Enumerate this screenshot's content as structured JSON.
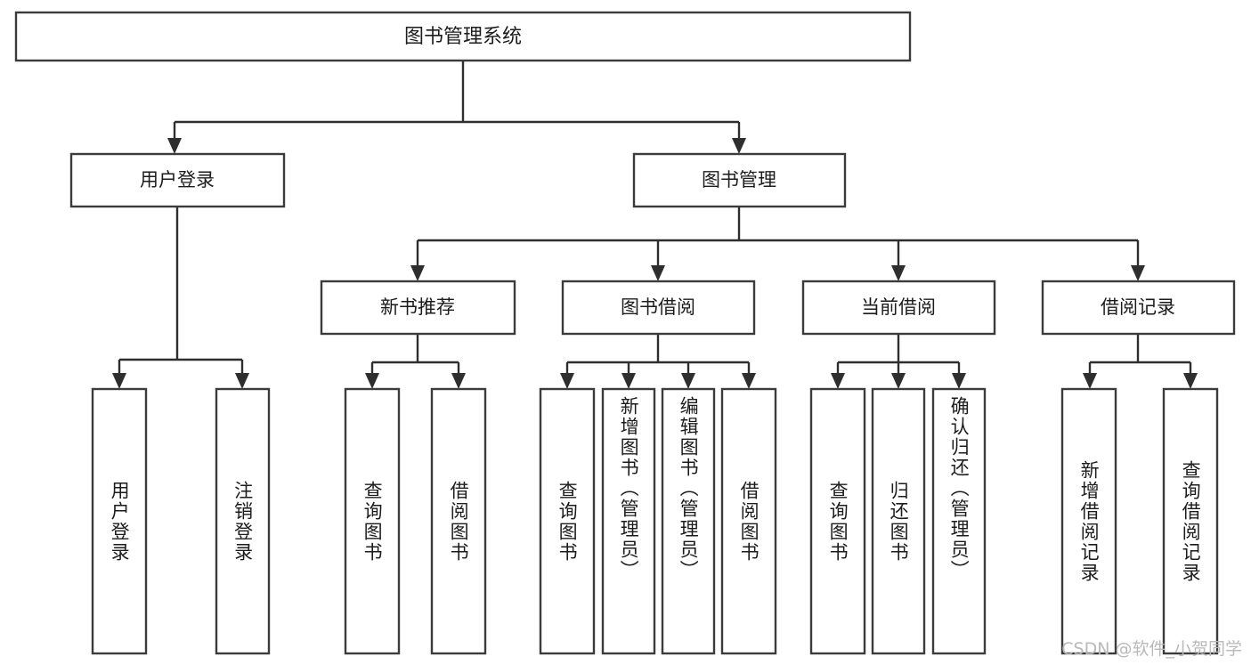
{
  "diagram": {
    "type": "tree",
    "title": "图书管理系统",
    "orientation": "top-down",
    "colors": {
      "background": "#ffffff",
      "box_fill": "#ffffff",
      "box_stroke": "#3b3b3b",
      "connector": "#2e2e2e",
      "text": "#1c1c1c",
      "watermark": "#b9b9b9"
    },
    "root": {
      "id": "root",
      "label": "图书管理系统",
      "level": 0
    },
    "level1": [
      {
        "id": "user-login",
        "label": "用户登录",
        "level": 1
      },
      {
        "id": "book-management",
        "label": "图书管理",
        "level": 1
      }
    ],
    "level2": [
      {
        "id": "new-book-recommend",
        "label": "新书推荐",
        "level": 2,
        "parent": "book-management"
      },
      {
        "id": "book-borrow",
        "label": "图书借阅",
        "level": 2,
        "parent": "book-management"
      },
      {
        "id": "current-borrow",
        "label": "当前借阅",
        "level": 2,
        "parent": "book-management"
      },
      {
        "id": "borrow-record",
        "label": "借阅记录",
        "level": 2,
        "parent": "book-management"
      }
    ],
    "leaves": [
      {
        "id": "leaf-user-login",
        "label": "用户登录",
        "parent": "user-login"
      },
      {
        "id": "leaf-user-logout",
        "label": "注销登录",
        "parent": "user-login"
      },
      {
        "id": "leaf-query-book-1",
        "label": "查询图书",
        "parent": "new-book-recommend"
      },
      {
        "id": "leaf-borrow-book-1",
        "label": "借阅图书",
        "parent": "new-book-recommend"
      },
      {
        "id": "leaf-query-book-2",
        "label": "查询图书",
        "parent": "book-borrow"
      },
      {
        "id": "leaf-add-book",
        "label": "新增图书（管理员）",
        "parent": "book-borrow"
      },
      {
        "id": "leaf-edit-book",
        "label": "编辑图书（管理员）",
        "parent": "book-borrow"
      },
      {
        "id": "leaf-borrow-book-2",
        "label": "借阅图书",
        "parent": "book-borrow"
      },
      {
        "id": "leaf-query-book-3",
        "label": "查询图书",
        "parent": "current-borrow"
      },
      {
        "id": "leaf-return-book",
        "label": "归还图书",
        "parent": "current-borrow"
      },
      {
        "id": "leaf-confirm-return",
        "label": "确认归还（管理员）",
        "parent": "current-borrow"
      },
      {
        "id": "leaf-add-record",
        "label": "新增借阅记录",
        "parent": "borrow-record"
      },
      {
        "id": "leaf-query-record",
        "label": "查询借阅记录",
        "parent": "borrow-record"
      }
    ],
    "watermark": "CSDN @软件_小贺同学"
  }
}
